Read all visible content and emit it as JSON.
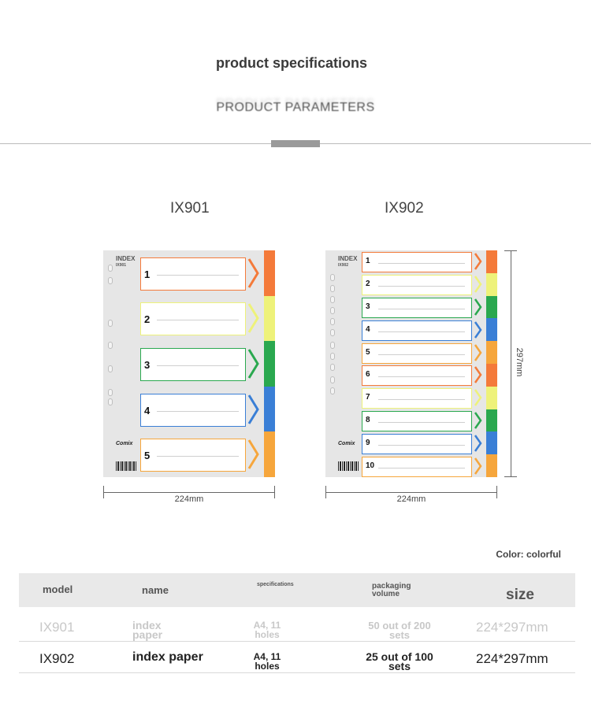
{
  "header": {
    "title": "product specifications",
    "subtitle": "PRODUCT PARAMETERS"
  },
  "products": [
    {
      "model": "IX901",
      "sheet_title": "INDEX",
      "sheet_code": "IX901",
      "brand": "Comix",
      "tabs": [
        "1",
        "2",
        "3",
        "4",
        "5"
      ],
      "width_label": "224mm"
    },
    {
      "model": "IX902",
      "sheet_title": "INDEX",
      "sheet_code": "IX902",
      "brand": "Comix",
      "tabs": [
        "1",
        "2",
        "3",
        "4",
        "5",
        "6",
        "7",
        "8",
        "9",
        "10"
      ],
      "width_label": "224mm",
      "height_label": "297mm"
    }
  ],
  "tab_colors": [
    "#f47a3a",
    "#eef27a",
    "#2aa84f",
    "#3a7fd6",
    "#f6a63c"
  ],
  "color_note": "Color: colorful",
  "table": {
    "headers": {
      "model": "model",
      "name": "name",
      "specifications": "specifications",
      "packaging": "packaging volume",
      "size": "size"
    },
    "rows": [
      {
        "model": "IX901",
        "name": "index paper",
        "spec": "A4, 11 holes",
        "packaging": "50 out of 200 sets",
        "size": "224*297mm"
      },
      {
        "model": "IX902",
        "name": "index paper",
        "spec": "A4, 11 holes",
        "packaging": "25 out of 100 sets",
        "size": "224*297mm"
      }
    ]
  }
}
